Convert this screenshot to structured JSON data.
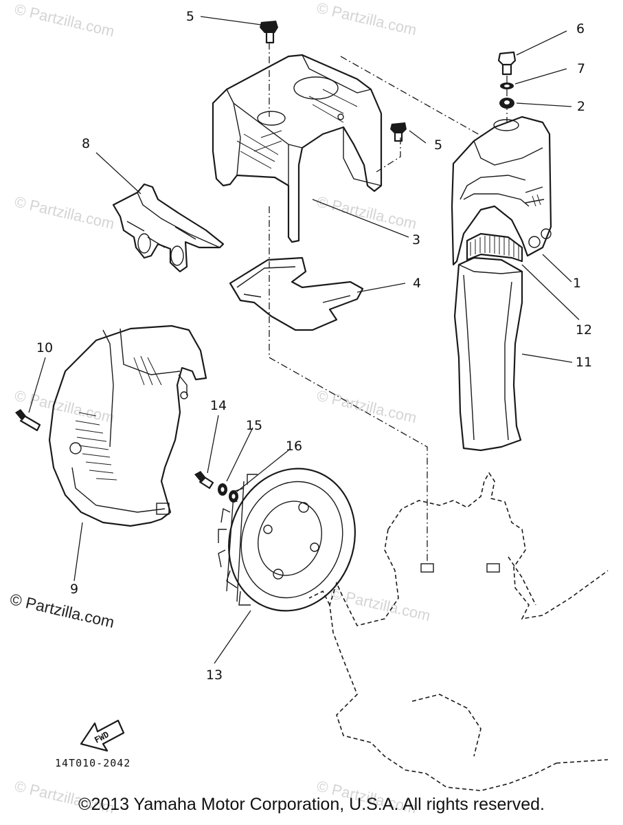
{
  "watermark": {
    "site": "© Partzilla.com",
    "faint": "© Partzilla.com"
  },
  "diagram_code": "14T010-2042",
  "fwd_label": "FWD",
  "copyright": "©2013 Yamaha Motor Corporation, U.S.A. All rights reserved.",
  "callouts": [
    {
      "id": "c1",
      "label": "1"
    },
    {
      "id": "c2",
      "label": "2"
    },
    {
      "id": "c3",
      "label": "3"
    },
    {
      "id": "c4",
      "label": "4"
    },
    {
      "id": "c5a",
      "label": "5"
    },
    {
      "id": "c5b",
      "label": "5"
    },
    {
      "id": "c6",
      "label": "6"
    },
    {
      "id": "c7",
      "label": "7"
    },
    {
      "id": "c8",
      "label": "8"
    },
    {
      "id": "c9",
      "label": "9"
    },
    {
      "id": "c10",
      "label": "10"
    },
    {
      "id": "c11",
      "label": "11"
    },
    {
      "id": "c12",
      "label": "12"
    },
    {
      "id": "c13",
      "label": "13"
    },
    {
      "id": "c14",
      "label": "14"
    },
    {
      "id": "c15",
      "label": "15"
    },
    {
      "id": "c16",
      "label": "16"
    }
  ]
}
